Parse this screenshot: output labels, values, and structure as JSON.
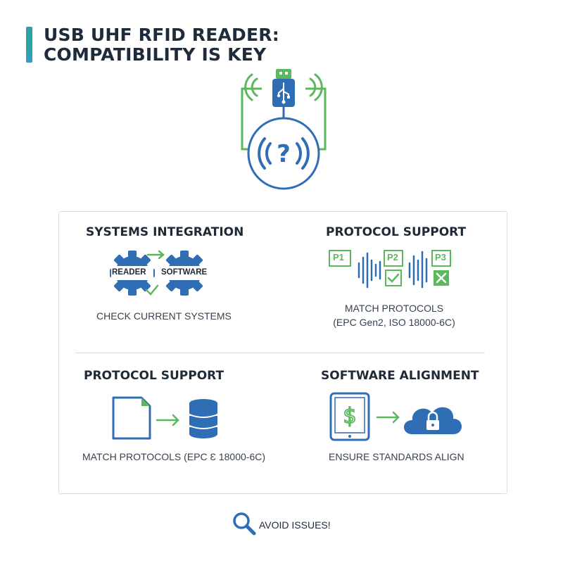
{
  "header": {
    "title_line1": "USB UHF RFID READER:",
    "title_line2": "COMPATIBILITY IS KEY"
  },
  "hero": {
    "usb_icon": "usb-stick-icon",
    "reader_icon": "rfid-question-icon"
  },
  "sections": {
    "systems_integration": {
      "title": "SYSTEMS INTEGRATION",
      "gear_left": "READER",
      "gear_right": "SOFTWARE",
      "caption": "CHECK CURRENT SYSTEMS"
    },
    "protocol_support_top": {
      "title": "PROTOCOL SUPPORT",
      "badges": [
        "P1",
        "P2",
        "P3"
      ],
      "caption_line1": "MATCH PROTOCOLS",
      "caption_line2": "(EPC Gen2, ISO 18000-6C)"
    },
    "protocol_support_bottom": {
      "title": "PROTOCOL SUPPORT",
      "caption": "MATCH PROTOCOLS (EPC Ɛ 18000-6C)"
    },
    "software_alignment": {
      "title": "SOFTWARE ALIGNMENT",
      "caption": "ENSURE STANDARDS ALIGN"
    }
  },
  "footer": {
    "text": "AVOID ISSUES!",
    "icon": "magnifier-icon"
  },
  "colors": {
    "blue": "#2f6db5",
    "green": "#5cb85c",
    "teal": "#2aa59a",
    "title": "#1d2b3a"
  }
}
